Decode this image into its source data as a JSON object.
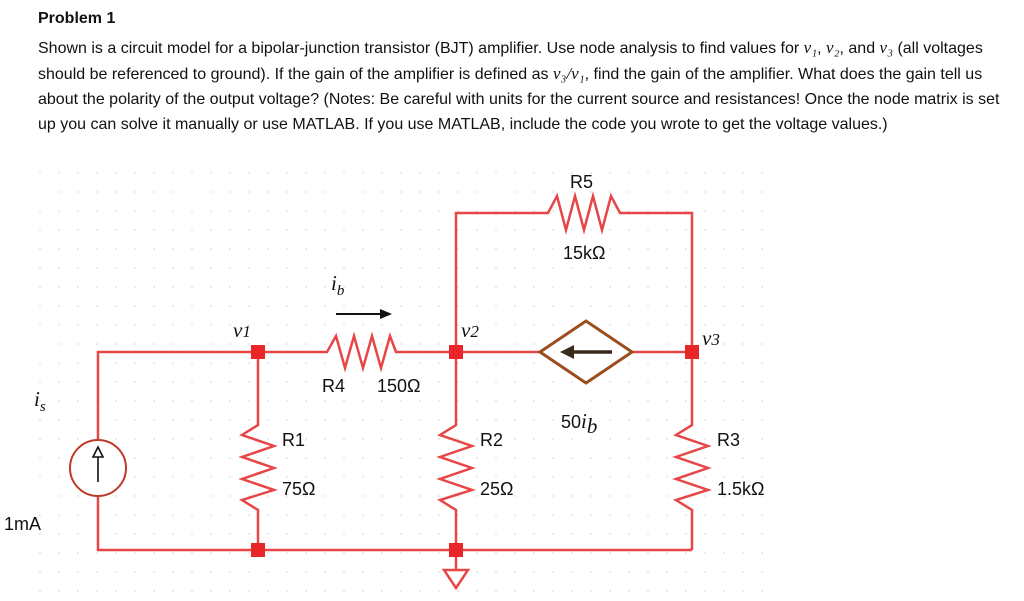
{
  "problem": {
    "title": "Problem 1",
    "text_segments": [
      "Shown is a circuit model for a bipolar-junction transistor (BJT) amplifier.  Use node analysis to find values for ",
      "v₁",
      ", ",
      "v₂",
      ", and ",
      "v₃",
      " (all voltages should be referenced to ground).  If the gain of the amplifier is defined as ",
      "v₃/v₁",
      ", find the gain of the amplifier.  What does the gain tell us about the polarity of the output voltage? (Notes:  Be careful with units for the current source and resistances!  Once the node matrix is set up you can solve it manually or use MATLAB.  If you use MATLAB, include the code you wrote to get the voltage values.)"
    ]
  },
  "circuit": {
    "r5": {
      "name": "R5",
      "value": "15kΩ"
    },
    "r4": {
      "name": "R4",
      "value": "150Ω"
    },
    "r1": {
      "name": "R1",
      "value": "75Ω"
    },
    "r2": {
      "name": "R2",
      "value": "25Ω"
    },
    "r3": {
      "name": "R3",
      "value": "1.5kΩ"
    },
    "current_label": "i",
    "current_sub": "b",
    "source_label": "i",
    "source_sub": "s",
    "source_value": "1mA",
    "dependent_source": {
      "coef": "50",
      "var": "i",
      "sub": "b"
    },
    "nodes": {
      "v1": {
        "base": "v",
        "sub": "1"
      },
      "v2": {
        "base": "v",
        "sub": "2"
      },
      "v3": {
        "base": "v",
        "sub": "3"
      }
    },
    "colors": {
      "wire": "#e84646",
      "node": "#e8262a",
      "dependent_source": "#9a4e1e",
      "source": "#c0392b",
      "text": "#111111"
    }
  }
}
